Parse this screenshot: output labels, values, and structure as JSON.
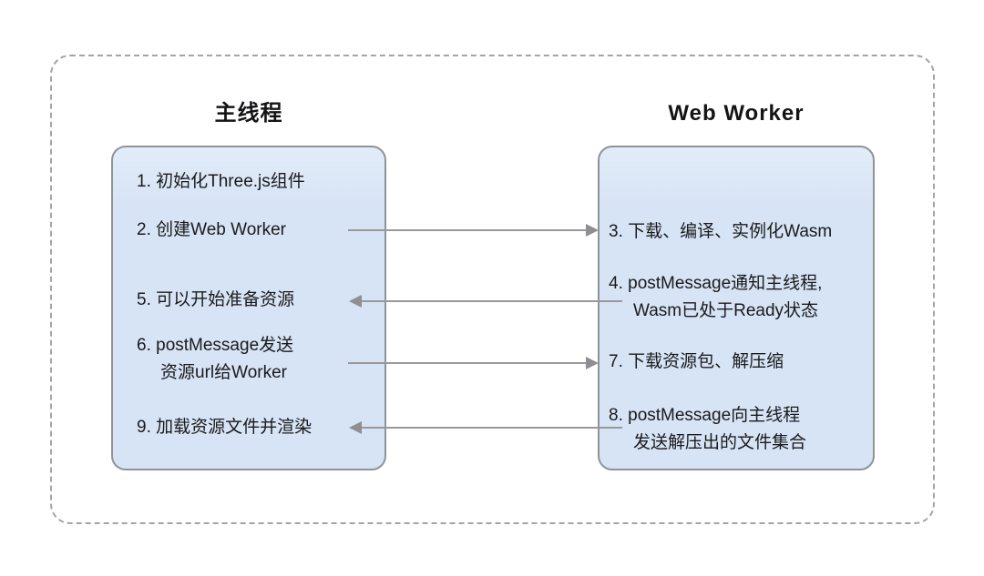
{
  "diagram": {
    "main_thread": {
      "title": "主线程",
      "steps": {
        "s1": "1. 初始化Three.js组件",
        "s2": "2. 创建Web Worker",
        "s5": "5. 可以开始准备资源",
        "s6_line1": "6. postMessage发送",
        "s6_line2": "资源url给Worker",
        "s9": "9. 加载资源文件并渲染"
      }
    },
    "web_worker": {
      "title": "Web Worker",
      "steps": {
        "s3": "3. 下载、编译、实例化Wasm",
        "s4_line1": "4. postMessage通知主线程,",
        "s4_line2": "Wasm已处于Ready状态",
        "s7": "7. 下载资源包、解压缩",
        "s8_line1": "8. postMessage向主线程",
        "s8_line2": "发送解压出的文件集合"
      }
    },
    "arrows": [
      {
        "from": "2. 创建Web Worker",
        "to": "3. 下载、编译、实例化Wasm",
        "direction": "left-to-right"
      },
      {
        "from": "4. postMessage通知主线程, Wasm已处于Ready状态",
        "to": "5. 可以开始准备资源",
        "direction": "right-to-left"
      },
      {
        "from": "6. postMessage发送资源url给Worker",
        "to": "7. 下载资源包、解压缩",
        "direction": "left-to-right"
      },
      {
        "from": "8. postMessage向主线程发送解压出的文件集合",
        "to": "9. 加载资源文件并渲染",
        "direction": "right-to-left"
      }
    ],
    "colors": {
      "box_fill": "#d7e4f5",
      "box_border": "#8f9398",
      "arrow": "#98989d",
      "outer_dashed_border": "#a2a4a8",
      "text": "#1a1a1c",
      "background": "#ffffff"
    }
  }
}
